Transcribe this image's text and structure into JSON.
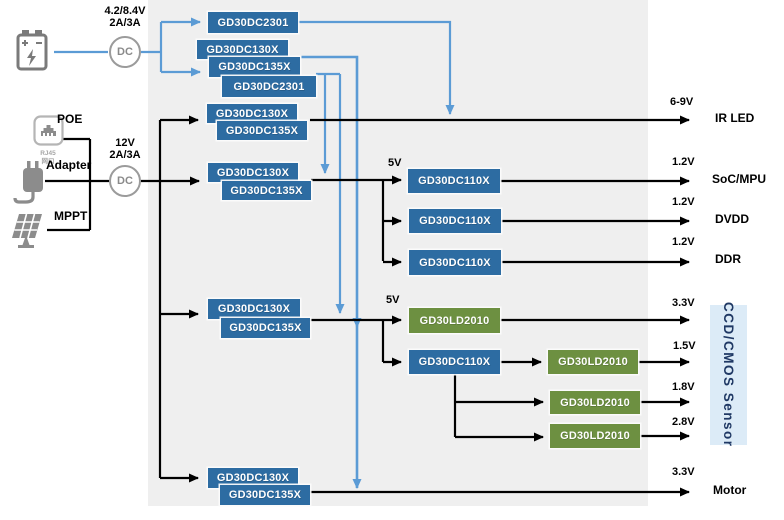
{
  "diagram": {
    "battery_input": {
      "voltage_label": "4.2/8.4V",
      "current_label": "2A/3A",
      "converter": "DC"
    },
    "dc_input": {
      "voltage_label": "12V",
      "current_label": "2A/3A",
      "converter": "DC",
      "sources": {
        "poe": "POE",
        "adapter": "Adapter",
        "mppt": "MPPT",
        "rj45_caption_line1": "RJ45",
        "rj45_caption_line2": "网口"
      }
    },
    "chips": {
      "batt_boost_top": "GD30DC2301",
      "batt_buck_130x": "GD30DC130X",
      "batt_buck_135x": "GD30DC135X",
      "batt_boost_2": "GD30DC2301",
      "row1_130x": "GD30DC130X",
      "row1_135x": "GD30DC135X",
      "row2_130x": "GD30DC130X",
      "row2_135x": "GD30DC135X",
      "row3_130x": "GD30DC130X",
      "row3_135x": "GD30DC135X",
      "row4_130x": "GD30DC130X",
      "row4_135x": "GD30DC135X",
      "soc_buck1": "GD30DC110X",
      "soc_buck2": "GD30DC110X",
      "soc_buck3": "GD30DC110X",
      "sensor_ldo_3v3": "GD30LD2010",
      "sensor_buck": "GD30DC110X",
      "sensor_ldo_1v5": "GD30LD2010",
      "sensor_ldo_1v8": "GD30LD2010",
      "sensor_ldo_2v8": "GD30LD2010"
    },
    "rails": {
      "soc_rail": "5V",
      "sensor_rail": "5V"
    },
    "outputs": {
      "ir_led": {
        "voltage": "6-9V",
        "load": "IR LED"
      },
      "soc": {
        "voltage": "1.2V",
        "load": "SoC/MPU"
      },
      "dvdd": {
        "voltage": "1.2V",
        "load": "DVDD"
      },
      "ddr": {
        "voltage": "1.2V",
        "load": "DDR"
      },
      "sensor_3v3": {
        "voltage": "3.3V"
      },
      "sensor_1v5": {
        "voltage": "1.5V"
      },
      "sensor_1v8": {
        "voltage": "1.8V"
      },
      "sensor_2v8": {
        "voltage": "2.8V"
      },
      "motor": {
        "voltage": "3.3V",
        "load": "Motor"
      }
    },
    "sensor_block": "CCD/CMOS Sensor",
    "colors": {
      "chip_blue": "#2d6ca2",
      "ldo_green": "#6d9041",
      "connector_blue": "#5b9bd5",
      "line_black": "#000000",
      "panel_gray": "#efefef",
      "sensor_bg": "#dcebf7",
      "sensor_text": "#1f3864",
      "icon_gray": "#8c8c8c"
    }
  }
}
